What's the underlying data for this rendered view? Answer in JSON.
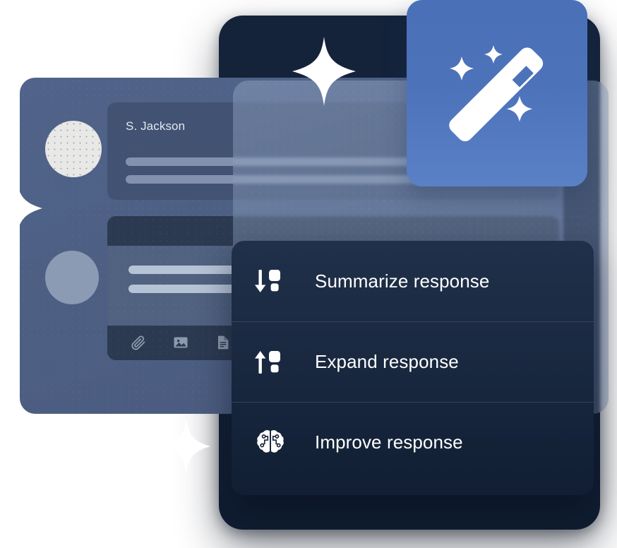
{
  "scene": {
    "title": "AI writing assistant menu illustration",
    "accent_blue": "#4A70B8",
    "panel_dark": "#16253C",
    "card_slate": "#4D6084"
  },
  "wand_tile": {
    "icon": "magic-wand-icon",
    "sparkle_count": 3,
    "background_top": "#4A70B8",
    "background_bottom": "#5A80C6"
  },
  "chat": {
    "message": {
      "sender": "S. Jackson",
      "line_count": 2
    },
    "composer": {
      "line_count": 2,
      "toolbar": [
        {
          "icon": "paperclip-icon",
          "label": "Attach file"
        },
        {
          "icon": "image-icon",
          "label": "Insert image"
        },
        {
          "icon": "document-icon",
          "label": "Insert document"
        }
      ]
    }
  },
  "menu": {
    "items": [
      {
        "label": "Summarize response",
        "icon": "arrow-down-shrink-icon"
      },
      {
        "label": "Expand response",
        "icon": "arrow-up-expand-icon"
      },
      {
        "label": "Improve response",
        "icon": "brain-circuit-icon"
      }
    ]
  },
  "decorations": {
    "sparkles": [
      {
        "name": "sparkle-top"
      },
      {
        "name": "sparkle-left"
      },
      {
        "name": "sparkle-bottom"
      }
    ]
  }
}
